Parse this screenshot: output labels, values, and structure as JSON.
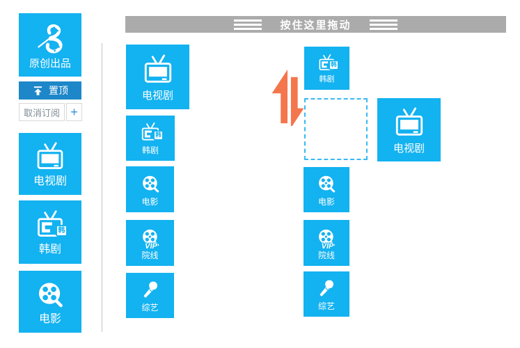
{
  "colors": {
    "tile_blue": "#13b2f0",
    "pin_button_blue": "#1e87c9",
    "drag_bar_gray": "#ababab",
    "swap_arrow_orange": "#f4764d",
    "placeholder_dash_blue": "#39b9f1"
  },
  "sidebar": {
    "logo_tile": {
      "label": "原创出品",
      "icon": "film-ribbon-butterfly-icon"
    },
    "pin_button": {
      "label": "置顶",
      "icon": "pin-top-arrow-icon"
    },
    "unsubscribe_button": {
      "label": "取消订阅"
    },
    "add_button": {
      "label": "+"
    },
    "tiles": [
      {
        "label": "电视剧",
        "icon": "tv-icon"
      },
      {
        "label": "韩剧",
        "icon": "tv-korean-icon",
        "badge": "韩"
      },
      {
        "label": "电影",
        "icon": "film-reel-icon"
      }
    ]
  },
  "main": {
    "drag_handle": {
      "label": "按住这里拖动",
      "icon": "drag-lines-icon"
    },
    "left_column": [
      {
        "label": "电视剧",
        "icon": "tv-icon",
        "size": "large"
      },
      {
        "label": "韩剧",
        "icon": "tv-korean-icon",
        "badge": "韩"
      },
      {
        "label": "电影",
        "icon": "film-reel-icon"
      },
      {
        "label": "院线",
        "icon": "film-reel-icon",
        "badge": "VIP"
      },
      {
        "label": "综艺",
        "icon": "microphone-icon"
      }
    ],
    "right_column": {
      "korean_tile": {
        "label": "韩剧",
        "icon": "tv-korean-icon",
        "badge": "韩"
      },
      "drop_placeholder": {
        "style": "dashed-outline"
      },
      "dragged_tile": {
        "label": "电视剧",
        "icon": "tv-icon",
        "size": "large"
      },
      "movie_tile": {
        "label": "电影",
        "icon": "film-reel-icon"
      },
      "cinema_tile": {
        "label": "院线",
        "icon": "film-reel-icon",
        "badge": "VIP"
      },
      "variety_tile": {
        "label": "综艺",
        "icon": "microphone-icon"
      }
    },
    "swap_indicator": {
      "icon": "swap-vertical-arrows-icon"
    }
  }
}
